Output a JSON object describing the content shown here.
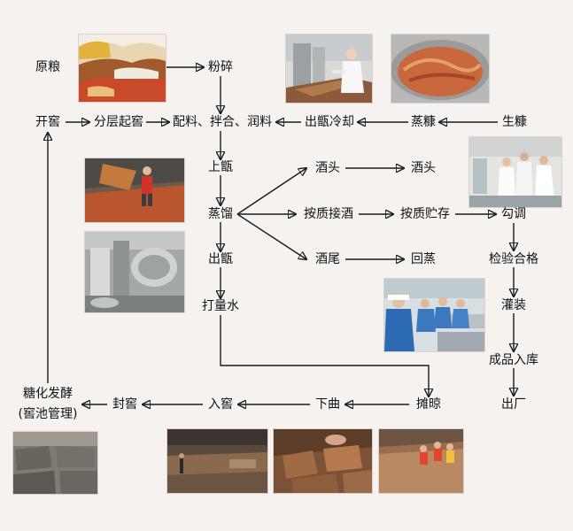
{
  "nodes": {
    "yuanliang": "原粮",
    "fensui": "粉碎",
    "kaijiao": "开窖",
    "fencengqijiao": "分层起窖",
    "peiliao": "配料、拌合、润料",
    "chuzeng_lengque": "出甑冷却",
    "zhengtang": "蒸糠",
    "shengtang": "生糠",
    "shangzeng": "上甑",
    "zhengliu": "蒸馏",
    "chuzeng": "出甑",
    "daliangshui": "打量水",
    "jiutou_1": "酒头",
    "jiutou_2": "酒头",
    "anzhi_jiejiu": "按质接酒",
    "anzhi_zhucun": "按质贮存",
    "goutiao": "勾调",
    "jiuwei": "酒尾",
    "huizheng": "回蒸",
    "jianyan_hege": "检验合格",
    "guanzhuang": "灌装",
    "chengpin_ruku": "成品入库",
    "chuchang": "出厂",
    "tanliang": "摊晾",
    "xiaqu": "下曲",
    "rujiao": "入窖",
    "fengjiao": "封窖",
    "tanghua_fajiao": "糖化发酵",
    "jiaochi_guanli": "(窖池管理)"
  },
  "photos": [
    "grain-heaps-photo",
    "technician-at-cooling-machine-photo",
    "steamed-husk-tank-photo",
    "workers-spreading-grain-photo",
    "steel-distillation-equipment-photo",
    "lab-technicians-photo",
    "bottling-line-workers-photo",
    "fermentation-pits-photo",
    "pit-loading-workshop-photo",
    "pit-mud-blocks-photo",
    "workers-on-pit-photo"
  ],
  "colors": {
    "background": "#f5f2ef",
    "arrow": "#1a1a1a",
    "text": "#111111"
  }
}
